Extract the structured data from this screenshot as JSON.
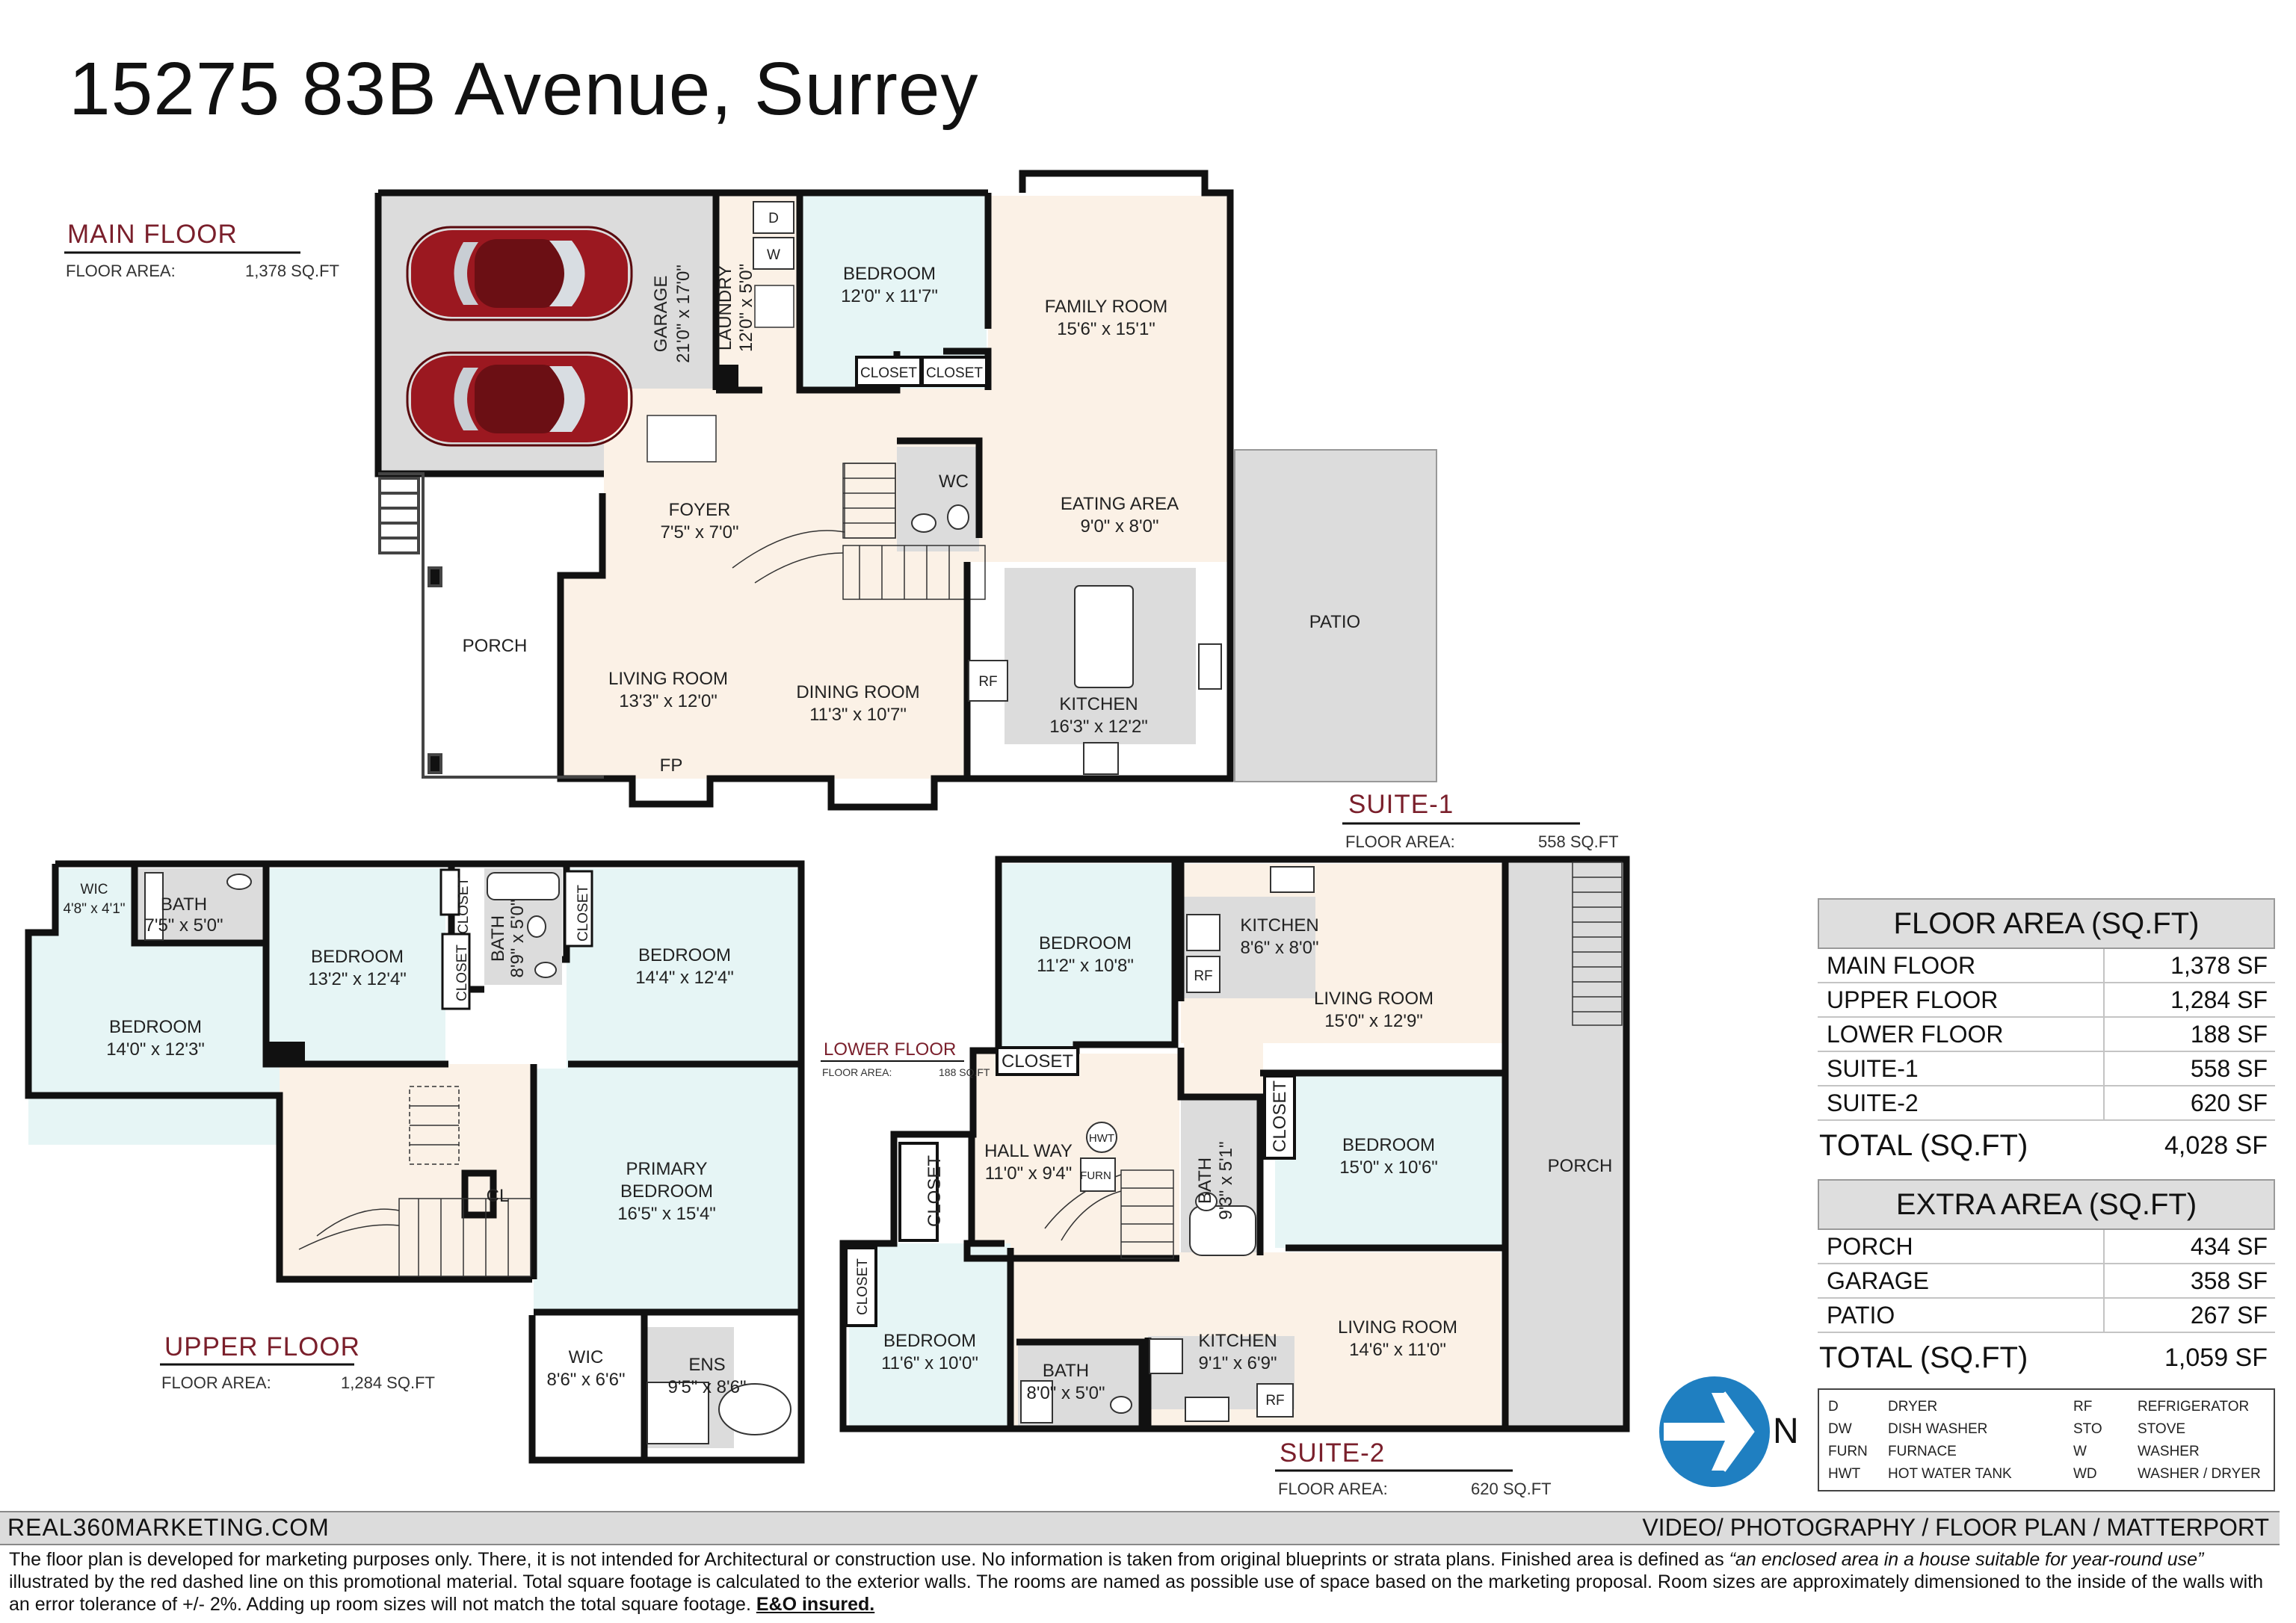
{
  "title": "15275 83B Avenue, Surrey",
  "floors": {
    "main": {
      "name": "MAIN FLOOR",
      "area_label": "FLOOR AREA:",
      "area_value": "1,378 SQ.FT"
    },
    "upper": {
      "name": "UPPER FLOOR",
      "area_label": "FLOOR AREA:",
      "area_value": "1,284 SQ.FT"
    },
    "lower": {
      "name": "LOWER FLOOR",
      "area_label": "FLOOR AREA:",
      "area_value": "188 SQ.FT"
    },
    "suite1": {
      "name": "SUITE-1",
      "area_label": "FLOOR AREA:",
      "area_value": "558 SQ.FT"
    },
    "suite2": {
      "name": "SUITE-2",
      "area_label": "FLOOR AREA:",
      "area_value": "620 SQ.FT"
    }
  },
  "rooms": {
    "garage": "GARAGE",
    "garage_dim": "21'0\" x 17'0\"",
    "laundry": "LAUNDRY",
    "laundry_dim": "12'0\" x 5'0\"",
    "d": "D",
    "w": "W",
    "bedroom_main": "BEDROOM",
    "bedroom_main_dim": "12'0\" x 11'7\"",
    "closet_a": "CLOSET",
    "closet_b": "CLOSET",
    "family": "FAMILY ROOM",
    "family_dim": "15'6\" x 15'1\"",
    "wc": "WC",
    "eating": "EATING AREA",
    "eating_dim": "9'0\" x 8'0\"",
    "foyer": "FOYER",
    "foyer_dim": "7'5\" x 7'0\"",
    "porch_main": "PORCH",
    "living_main": "LIVING ROOM",
    "living_main_dim": "13'3\" x 12'0\"",
    "dining": "DINING ROOM",
    "dining_dim": "11'3\" x 10'7\"",
    "rf_main": "RF",
    "kitchen_main": "KITCHEN",
    "kitchen_main_dim": "16'3\" x 12'2\"",
    "patio": "PATIO",
    "fp": "FP",
    "wic_up": "WIC",
    "wic_up_dim": "4'8\" x 4'1\"",
    "bath_up1": "BATH",
    "bath_up1_dim": "7'5\" x 5'0\"",
    "bedroom_up1": "BEDROOM",
    "bedroom_up1_dim": "13'2\" x 12'4\"",
    "closet_up1": "CLOSET",
    "closet_up2": "CLOSET",
    "closet_up3": "CLOSET",
    "bath_up2": "BATH",
    "bath_up2_dim": "8'9\" x 5'0\"",
    "bedroom_up2": "BEDROOM",
    "bedroom_up2_dim": "14'4\" x 12'4\"",
    "bedroom_up3": "BEDROOM",
    "bedroom_up3_dim": "14'0\" x 12'3\"",
    "cl": "CL",
    "primary": "PRIMARY",
    "primary2": "BEDROOM",
    "primary_dim": "16'5\" x 15'4\"",
    "wic_up2": "WIC",
    "wic_up2_dim": "8'6\" x 6'6\"",
    "ens": "ENS",
    "ens_dim": "9'5\" x 8'6\"",
    "bedroom_s1a": "BEDROOM",
    "bedroom_s1a_dim": "11'2\" x 10'8\"",
    "kitchen_s1": "KITCHEN",
    "kitchen_s1_dim": "8'6\" x 8'0\"",
    "rf_s1": "RF",
    "living_s1": "LIVING ROOM",
    "living_s1_dim": "15'0\" x 12'9\"",
    "closet_s1": "CLOSET",
    "hallway": "HALL WAY",
    "hallway_dim": "11'0\" x 9'4\"",
    "hwt": "HWT",
    "furn": "FURN",
    "closet_s1b": "CLOSET",
    "bath_s1": "BATH",
    "bath_s1_dim": "9'3\" x 5'1\"",
    "closet_s1c": "CLOSET",
    "bedroom_s1b": "BEDROOM",
    "bedroom_s1b_dim": "15'0\" x 10'6\"",
    "porch_s": "PORCH",
    "closet_s2": "CLOSET",
    "bedroom_s2": "BEDROOM",
    "bedroom_s2_dim": "11'6\" x 10'0\"",
    "bath_s2": "BATH",
    "bath_s2_dim": "8'0\" x 5'0\"",
    "kitchen_s2": "KITCHEN",
    "kitchen_s2_dim": "9'1\" x 6'9\"",
    "rf_s2": "RF",
    "living_s2": "LIVING ROOM",
    "living_s2_dim": "14'6\" x 11'0\""
  },
  "floor_table": {
    "header": "FLOOR AREA (SQ.FT)",
    "rows": [
      {
        "name": "MAIN FLOOR",
        "value": "1,378 SF"
      },
      {
        "name": "UPPER FLOOR",
        "value": "1,284 SF"
      },
      {
        "name": "LOWER FLOOR",
        "value": "188 SF"
      },
      {
        "name": "SUITE-1",
        "value": "558 SF"
      },
      {
        "name": "SUITE-2",
        "value": "620 SF"
      }
    ],
    "total_label": "TOTAL (SQ.FT)",
    "total_value": "4,028 SF"
  },
  "extra_table": {
    "header": "EXTRA AREA (SQ.FT)",
    "rows": [
      {
        "name": "PORCH",
        "value": "434 SF"
      },
      {
        "name": "GARAGE",
        "value": "358 SF"
      },
      {
        "name": "PATIO",
        "value": "267 SF"
      }
    ],
    "total_label": "TOTAL (SQ.FT)",
    "total_value": "1,059 SF"
  },
  "legend": [
    {
      "code": "D",
      "meaning": "DRYER"
    },
    {
      "code": "DW",
      "meaning": "DISH WASHER"
    },
    {
      "code": "FURN",
      "meaning": "FURNACE"
    },
    {
      "code": "HWT",
      "meaning": "HOT WATER TANK"
    },
    {
      "code": "RF",
      "meaning": "REFRIGERATOR"
    },
    {
      "code": "STO",
      "meaning": "STOVE"
    },
    {
      "code": "W",
      "meaning": "WASHER"
    },
    {
      "code": "WD",
      "meaning": "WASHER / DRYER"
    }
  ],
  "compass": {
    "label": "N",
    "color": "#1f7fc1"
  },
  "colors": {
    "warm": "#fbf1e6",
    "cool": "#e6f5f5",
    "grey": "#dcdcdc",
    "wall": "#111111",
    "car": "#9b1820",
    "accent": "#7a1f2b"
  },
  "footer": {
    "left": "REAL360MARKETING.COM",
    "right": "VIDEO/ PHOTOGRAPHY / FLOOR PLAN / MATTERPORT"
  },
  "disclaimer": {
    "part1": "The floor plan is developed for marketing purposes only. There, it is not intended for Architectural or construction use. No information is  taken from original blueprints or strata plans. Finished area is defined as ",
    "quote": "“an enclosed area in a house suitable for year-round use”",
    "part2": " illustrated by the red dashed line on this promotional material. Total square footage is calculated to the exterior walls. The rooms are named as possible use of space based on the marketing proposal. Room sizes are approximately dimensioned to the inside of the walls with an error tolerance of +/- 2%. Adding up room sizes will not match the total square footage. ",
    "eo": "E&O insured."
  }
}
